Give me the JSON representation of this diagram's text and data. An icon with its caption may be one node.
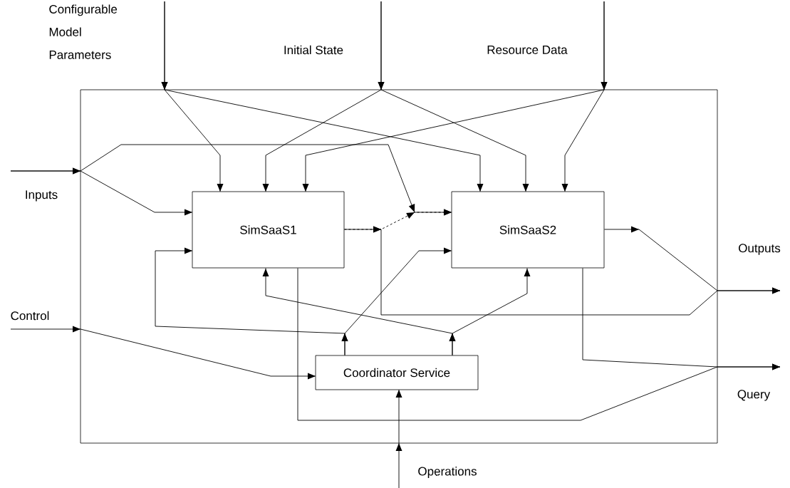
{
  "diagram": {
    "nodes": [
      {
        "text": [
          "Configurable Model Parameters"
        ]
      },
      {
        "text": [
          "Initial State"
        ]
      },
      {
        "text": [
          "Resource Data"
        ]
      },
      {
        "text": [],
        "shape": "box"
      },
      {
        "text": [
          "Inputs"
        ]
      },
      {
        "text": [
          "SimSaaS1"
        ],
        "in": 3
      },
      {
        "text": [
          "SimSaaS2"
        ],
        "in": 3
      },
      {
        "text": [
          "Outputs"
        ]
      },
      {
        "text": [
          "Control"
        ]
      },
      {
        "text": [
          "Coordinator Service"
        ],
        "in": 3
      },
      {
        "text": [
          "Query"
        ]
      },
      {
        "text": [
          "Operations"
        ]
      }
    ],
    "edges": [
      {
        "from": 0,
        "to": 5,
        "arrow": "to"
      },
      {
        "from": 0,
        "to": 6,
        "arrow": "to"
      },
      {
        "from": 1,
        "to": 5,
        "arrow": "to"
      },
      {
        "from": 1,
        "to": 6,
        "arrow": "to"
      },
      {
        "from": 2,
        "to": 5,
        "arrow": "to"
      },
      {
        "from": 2,
        "to": 6,
        "arrow": "to"
      },
      {
        "from": 4,
        "to": 5,
        "arrow": "to"
      },
      {
        "from": 4,
        "to": 6,
        "arrow": "to"
      },
      {
        "from": 5,
        "to": 6,
        "arrow": "to",
        "style": "dashed"
      },
      {
        "from": 5,
        "to": 7,
        "arrow": "to"
      },
      {
        "from": 6,
        "to": 7,
        "arrow": "to"
      },
      {
        "from": 5,
        "to": 10,
        "arrow": "to"
      },
      {
        "from": 6,
        "to": 10,
        "arrow": "to"
      },
      {
        "from": 8,
        "to": 9,
        "arrow": "to"
      },
      {
        "from": 11,
        "to": 9,
        "arrow": "to"
      },
      {
        "from": 9,
        "to": 5,
        "arrow": "to"
      },
      {
        "from": 9,
        "to": 6,
        "arrow": "to"
      },
      {
        "from": 9,
        "to": 5,
        "arrow": "to"
      },
      {
        "from": 9,
        "to": 6,
        "arrow": "to"
      }
    ]
  }
}
